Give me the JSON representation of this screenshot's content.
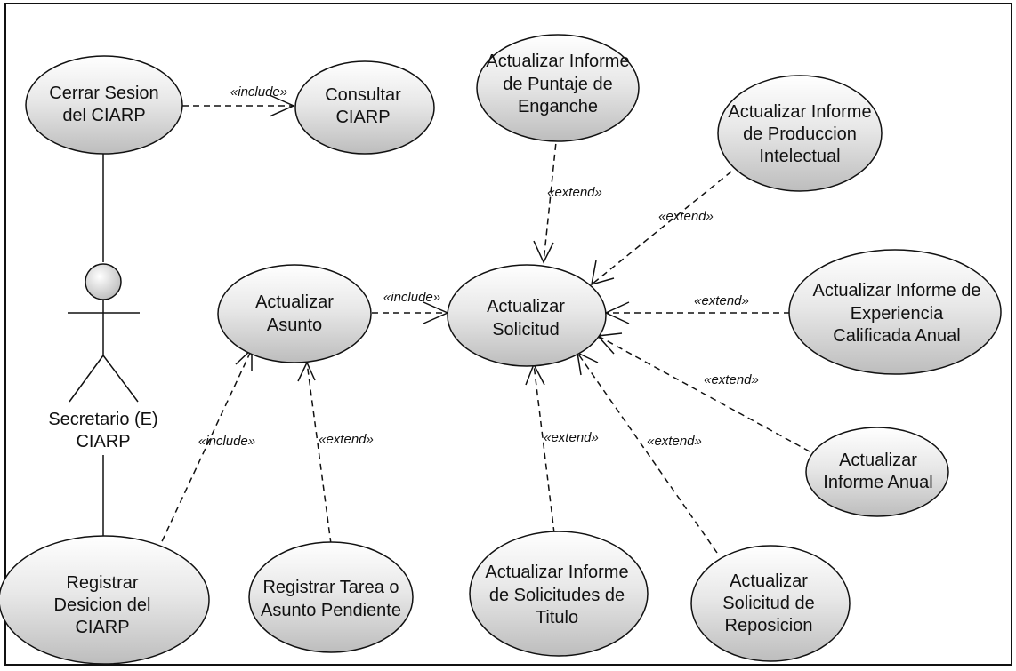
{
  "actor": {
    "lines": [
      "Secretario (E)",
      "CIARP"
    ]
  },
  "use_cases": {
    "cerrar_sesion": [
      "Cerrar Sesion",
      "del CIARP"
    ],
    "consultar": [
      "Consultar",
      "CIARP"
    ],
    "puntaje": [
      "Actualizar Informe",
      "de Puntaje de",
      "Enganche"
    ],
    "produccion": [
      "Actualizar Informe",
      "de Produccion",
      "Intelectual"
    ],
    "asunto": [
      "Actualizar",
      "Asunto"
    ],
    "solicitud": [
      "Actualizar",
      "Solicitud"
    ],
    "experiencia": [
      "Actualizar Informe de",
      "Experiencia",
      "Calificada Anual"
    ],
    "anual": [
      "Actualizar",
      "Informe Anual"
    ],
    "registrar_desicion": [
      "Registrar",
      "Desicion del",
      "CIARP"
    ],
    "tarea": [
      "Registrar Tarea o",
      "Asunto Pendiente"
    ],
    "titulo": [
      "Actualizar Informe",
      "de Solicitudes de",
      "Titulo"
    ],
    "reposicion": [
      "Actualizar",
      "Solicitud de",
      "Reposicion"
    ]
  },
  "relations": {
    "include_consultar": "«include»",
    "include_solicitud": "«include»",
    "include_registrar": "«include»",
    "extend_puntaje": "«extend»",
    "extend_produccion": "«extend»",
    "extend_experiencia": "«extend»",
    "extend_anual": "«extend»",
    "extend_titulo": "«extend»",
    "extend_reposicion": "«extend»",
    "extend_tarea": "«extend»"
  },
  "colors": {
    "ellipse_fill_light": "#f2f2f2",
    "ellipse_fill_dark": "#c8c8c8",
    "stroke": "#111111",
    "background": "#ffffff"
  }
}
